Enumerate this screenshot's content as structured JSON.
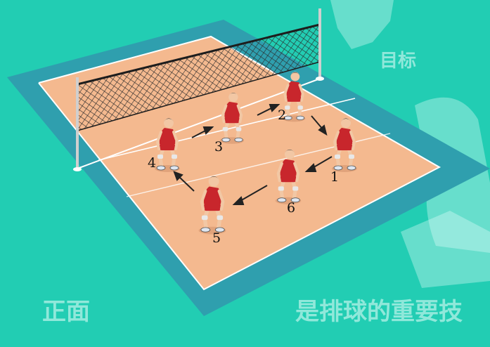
{
  "background": {
    "color": "#22cdb3",
    "faded_text": [
      "目标",
      "正面",
      "是排球的重要技"
    ]
  },
  "court": {
    "surround_color": "#2f9fae",
    "floor_color": "#f4b98f",
    "line_color": "#ffffff"
  },
  "players": [
    {
      "label": "1",
      "jersey": "#c8262c"
    },
    {
      "label": "2",
      "jersey": "#c8262c"
    },
    {
      "label": "3",
      "jersey": "#c8262c"
    },
    {
      "label": "4",
      "jersey": "#c8262c"
    },
    {
      "label": "5",
      "jersey": "#c8262c"
    },
    {
      "label": "6",
      "jersey": "#c8262c"
    }
  ],
  "rotation_order": [
    "1",
    "6",
    "5",
    "4",
    "3",
    "2",
    "1"
  ]
}
